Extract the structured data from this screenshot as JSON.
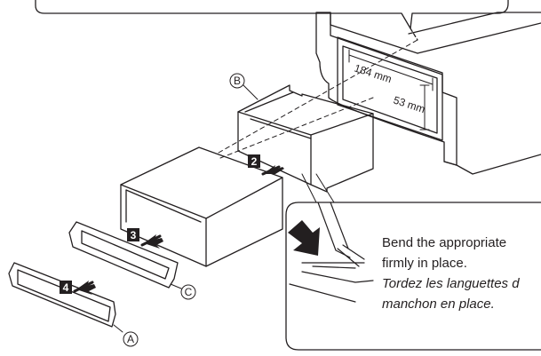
{
  "dimensions": {
    "width_label": "184 mm",
    "height_label": "53 mm"
  },
  "parts": {
    "a": "A",
    "b": "B",
    "c": "C"
  },
  "steps": {
    "s2": "2",
    "s3": "3",
    "s4": "4"
  },
  "callout": {
    "en_line1": "Bend the appropriate",
    "en_line2": "firmly in place.",
    "fr_line1": "Tordez les languettes d",
    "fr_line2": "manchon en place."
  },
  "colors": {
    "line": "#231f20",
    "step_badge": "#231f20",
    "background": "#ffffff"
  }
}
